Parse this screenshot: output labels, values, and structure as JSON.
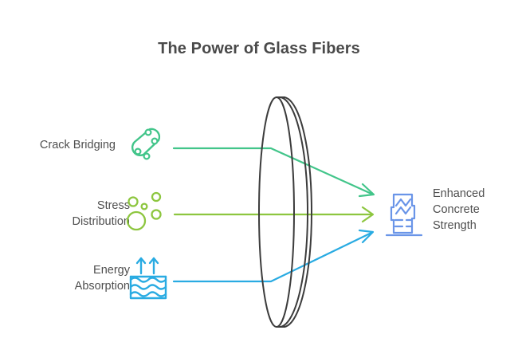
{
  "title": "The Power of Glass Fibers",
  "colors": {
    "title_text": "#4a4a4a",
    "label_text": "#4f4f4f",
    "crack_green": "#42c58a",
    "stress_green": "#8dc63f",
    "energy_blue": "#29abe2",
    "result_blue": "#6a95e8",
    "disc_outline": "#3c3c3c",
    "background": "#ffffff"
  },
  "inputs": [
    {
      "id": "crack-bridging",
      "label": "Crack Bridging",
      "icon": "chain-link-icon",
      "color": "#42c58a"
    },
    {
      "id": "stress-distribution",
      "label": "Stress\nDistribution",
      "icon": "bubbles-icon",
      "color": "#8dc63f"
    },
    {
      "id": "energy-absorption",
      "label": "Energy\nAbsorption",
      "icon": "water-absorption-icon",
      "color": "#29abe2"
    }
  ],
  "center": {
    "shape": "glass-disc",
    "name": "glass-fiber-disc"
  },
  "result": {
    "label": "Enhanced\nConcrete\nStrength",
    "icon": "concrete-column-icon",
    "color": "#6a95e8"
  }
}
